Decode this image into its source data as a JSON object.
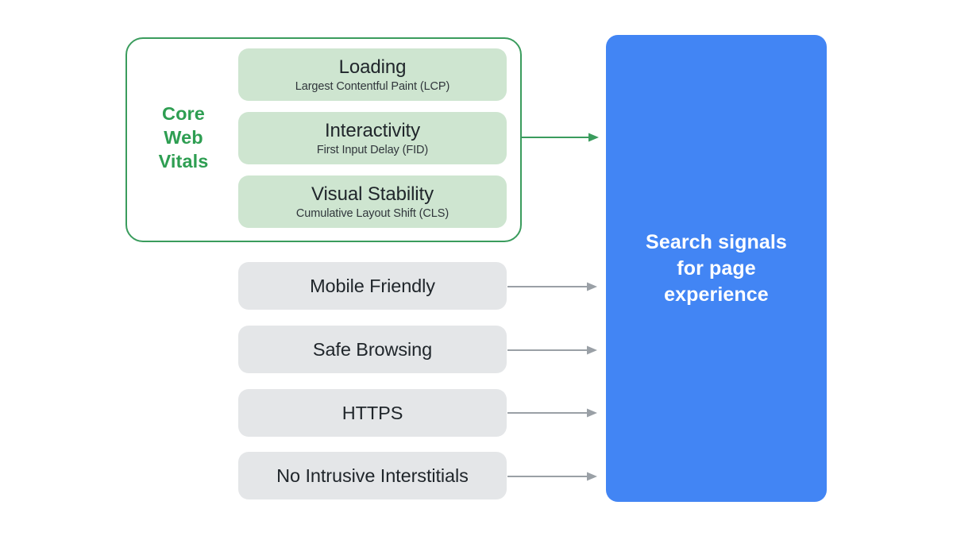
{
  "diagram": {
    "title": "Search signals for page experience",
    "background_color": "#FFFFFF"
  },
  "core_web_vitals": {
    "label_lines": [
      "Core",
      "Web",
      "Vitals"
    ],
    "label_color": "#2E9E52",
    "border_color": "#3A9C5D",
    "pill_color": "#CEE5D0",
    "metrics": [
      {
        "title": "Loading",
        "subtitle": "Largest Contentful Paint (LCP)"
      },
      {
        "title": "Interactivity",
        "subtitle": "First Input Delay (FID)"
      },
      {
        "title": "Visual Stability",
        "subtitle": "Cumulative Layout Shift (CLS)"
      }
    ]
  },
  "other_signals": {
    "pill_color": "#E4E6E8",
    "items": [
      {
        "title": "Mobile Friendly"
      },
      {
        "title": "Safe Browsing"
      },
      {
        "title": "HTTPS"
      },
      {
        "title": "No Intrusive Interstitials"
      }
    ]
  },
  "arrows": {
    "green_color": "#3A9C5D",
    "grey_color": "#9AA0A6",
    "count": 5
  },
  "result_panel": {
    "background_color": "#4285F4",
    "text_color": "#FFFFFF",
    "lines": [
      "Search signals",
      "for page",
      "experience"
    ]
  }
}
